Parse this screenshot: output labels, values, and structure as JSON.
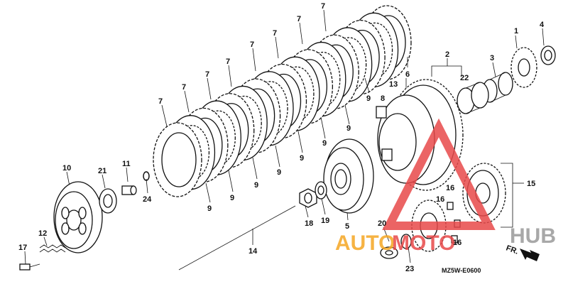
{
  "diagram": {
    "callouts": {
      "p1": "1",
      "p2": "2",
      "p3": "3",
      "p4": "4",
      "p5": "5",
      "p6": "6",
      "p7": "7",
      "p8": "8",
      "p9": "9",
      "p10": "10",
      "p11": "11",
      "p12": "12",
      "p13": "13",
      "p14": "14",
      "p15": "15",
      "p16": "16",
      "p17": "17",
      "p18": "18",
      "p19": "19",
      "p20": "20",
      "p21": "21",
      "p22": "22",
      "p23": "23",
      "p24": "24"
    },
    "drawing_code": "MZ5W-E0600",
    "direction_label": "FR."
  },
  "watermark": {
    "part1": "AUTO",
    "part2": "MOTO",
    "part3": "HUB",
    "colors": {
      "red": "#e8494a",
      "orange": "#f5a623",
      "grey": "#9a9a9a"
    }
  }
}
